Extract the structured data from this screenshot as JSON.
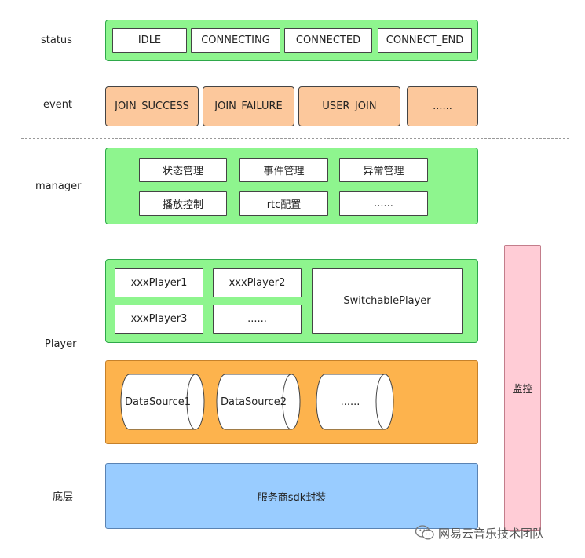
{
  "rows": {
    "status": "status",
    "event": "event",
    "manager": "manager",
    "player": "Player",
    "bottom": "底层"
  },
  "status_states": [
    "IDLE",
    "CONNECTING",
    "CONNECTED",
    "CONNECT_END"
  ],
  "events": [
    "JOIN_SUCCESS",
    "JOIN_FAILURE",
    "USER_JOIN",
    "......"
  ],
  "manager_items": [
    "状态管理",
    "事件管理",
    "异常管理",
    "播放控制",
    "rtc配置",
    "......"
  ],
  "players": [
    "xxxPlayer1",
    "xxxPlayer2",
    "xxxPlayer3",
    "......"
  ],
  "switchable_player": "SwitchablePlayer",
  "datasources": [
    "DataSource1",
    "DataSource2",
    "......"
  ],
  "sdk_wrapper": "服务商sdk封装",
  "monitor": "监控",
  "watermark": "网易云音乐技术团队",
  "colors": {
    "green_fill": "#8ef58e",
    "green_border": "#2ea84a",
    "event_fill": "#fcc89c",
    "datasource_fill": "#fdb34d",
    "sdk_fill": "#99ccff",
    "monitor_fill": "#ffccd6"
  }
}
